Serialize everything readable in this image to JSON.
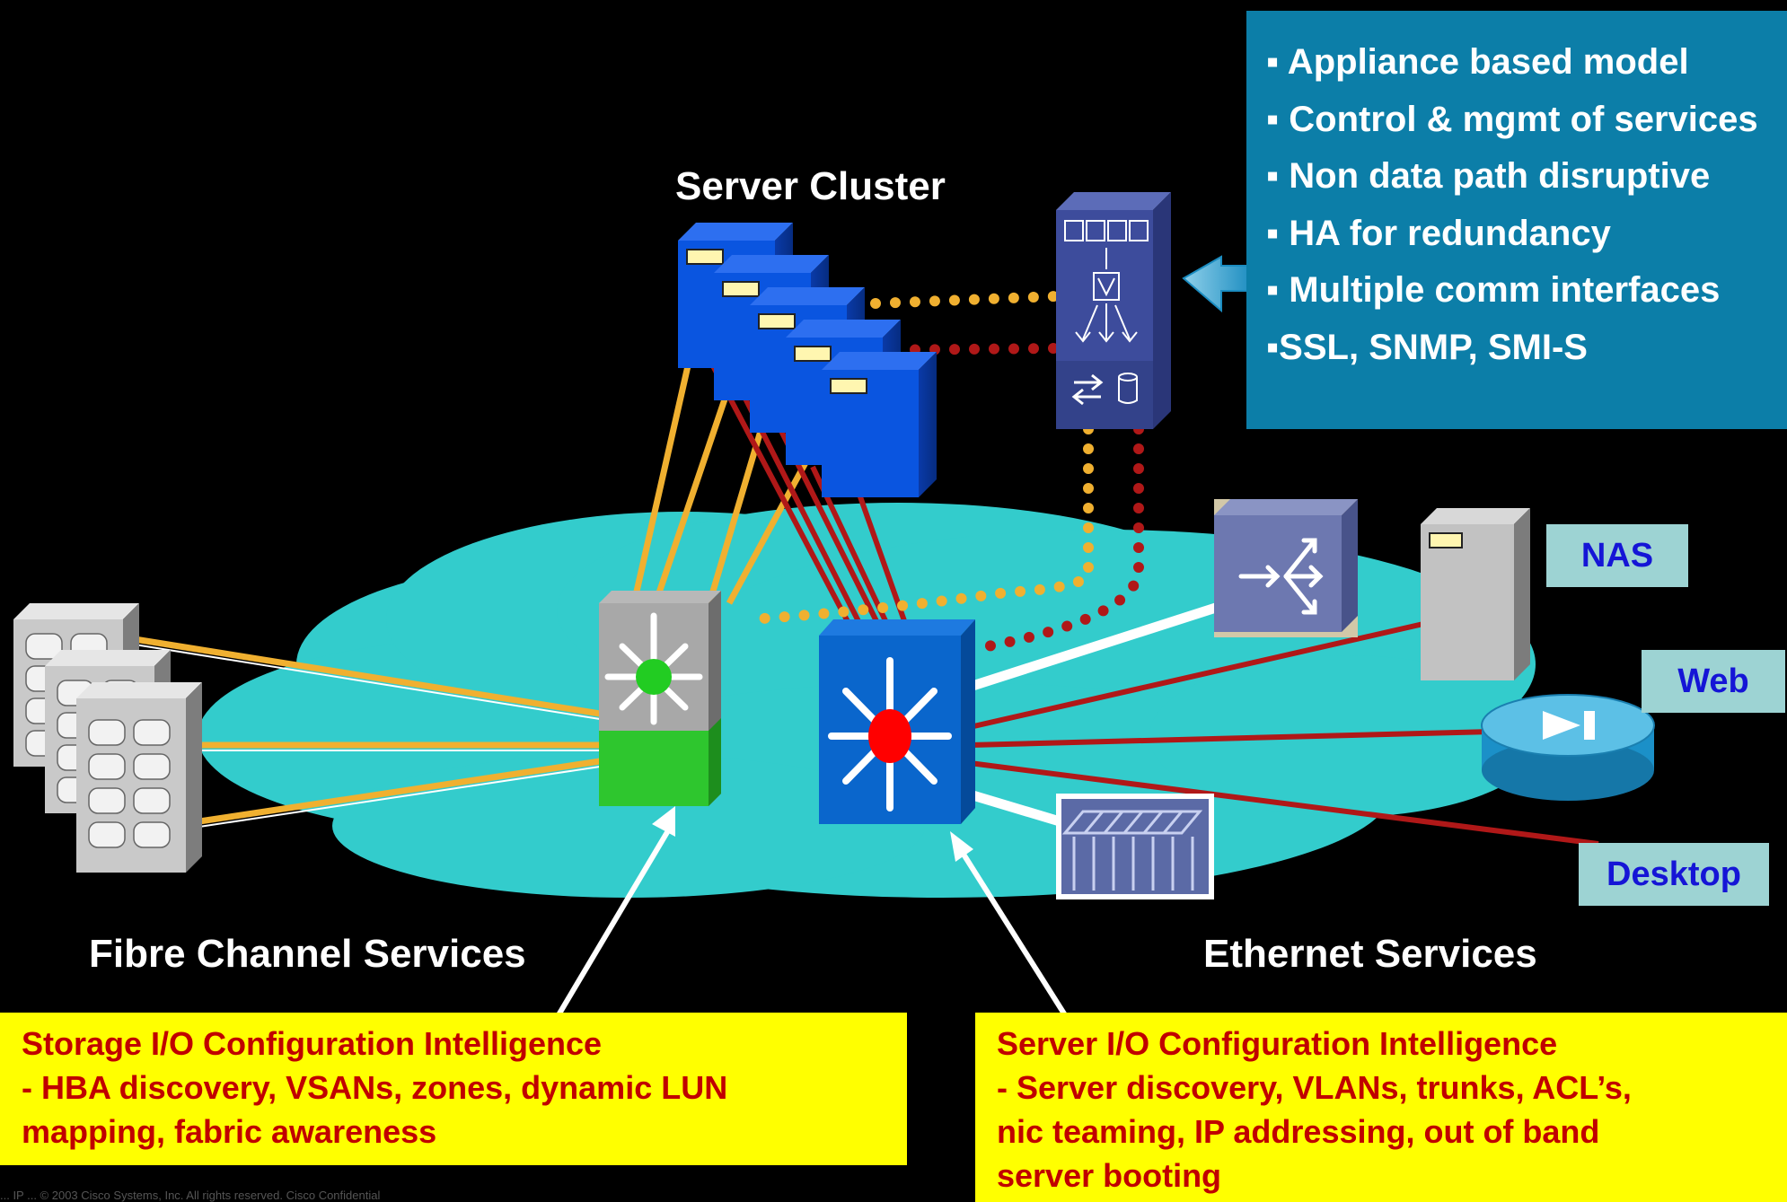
{
  "labels": {
    "server_cluster": "Server Cluster",
    "fc_services": "Fibre Channel Services",
    "eth_services": "Ethernet Services"
  },
  "appliance_box": {
    "items": [
      "▪ Appliance based model",
      "▪ Control & mgmt of services",
      "▪ Non data path disruptive",
      "▪ HA for redundancy",
      "▪ Multiple comm interfaces",
      "▪SSL, SNMP, SMI-S"
    ]
  },
  "endpoints": {
    "nas": "NAS",
    "web": "Web",
    "desktop": "Desktop"
  },
  "storage_box": {
    "lines": [
      "Storage I/O Configuration Intelligence",
      "- HBA discovery, VSANs, zones, dynamic LUN",
      "mapping, fabric awareness"
    ]
  },
  "server_box": {
    "lines": [
      "Server I/O Configuration Intelligence",
      "- Server discovery, VLANs, trunks, ACL’s,",
      "nic teaming, IP addressing, out of band",
      "server booting"
    ]
  },
  "footer": "... IP ... © 2003 Cisco Systems, Inc. All rights reserved. Cisco Confidential",
  "colors": {
    "cloud": "#33cccc",
    "server_blue": "#0a55e0",
    "fc_link": "#f0b030",
    "eth_link": "#b01818",
    "callout_blue": "#0c7ea8",
    "callout_yellow": "#ffff00",
    "callout_text": "#c00000",
    "endpoint_label_bg": "#9dd3d3",
    "endpoint_label_text": "#1515d6"
  }
}
